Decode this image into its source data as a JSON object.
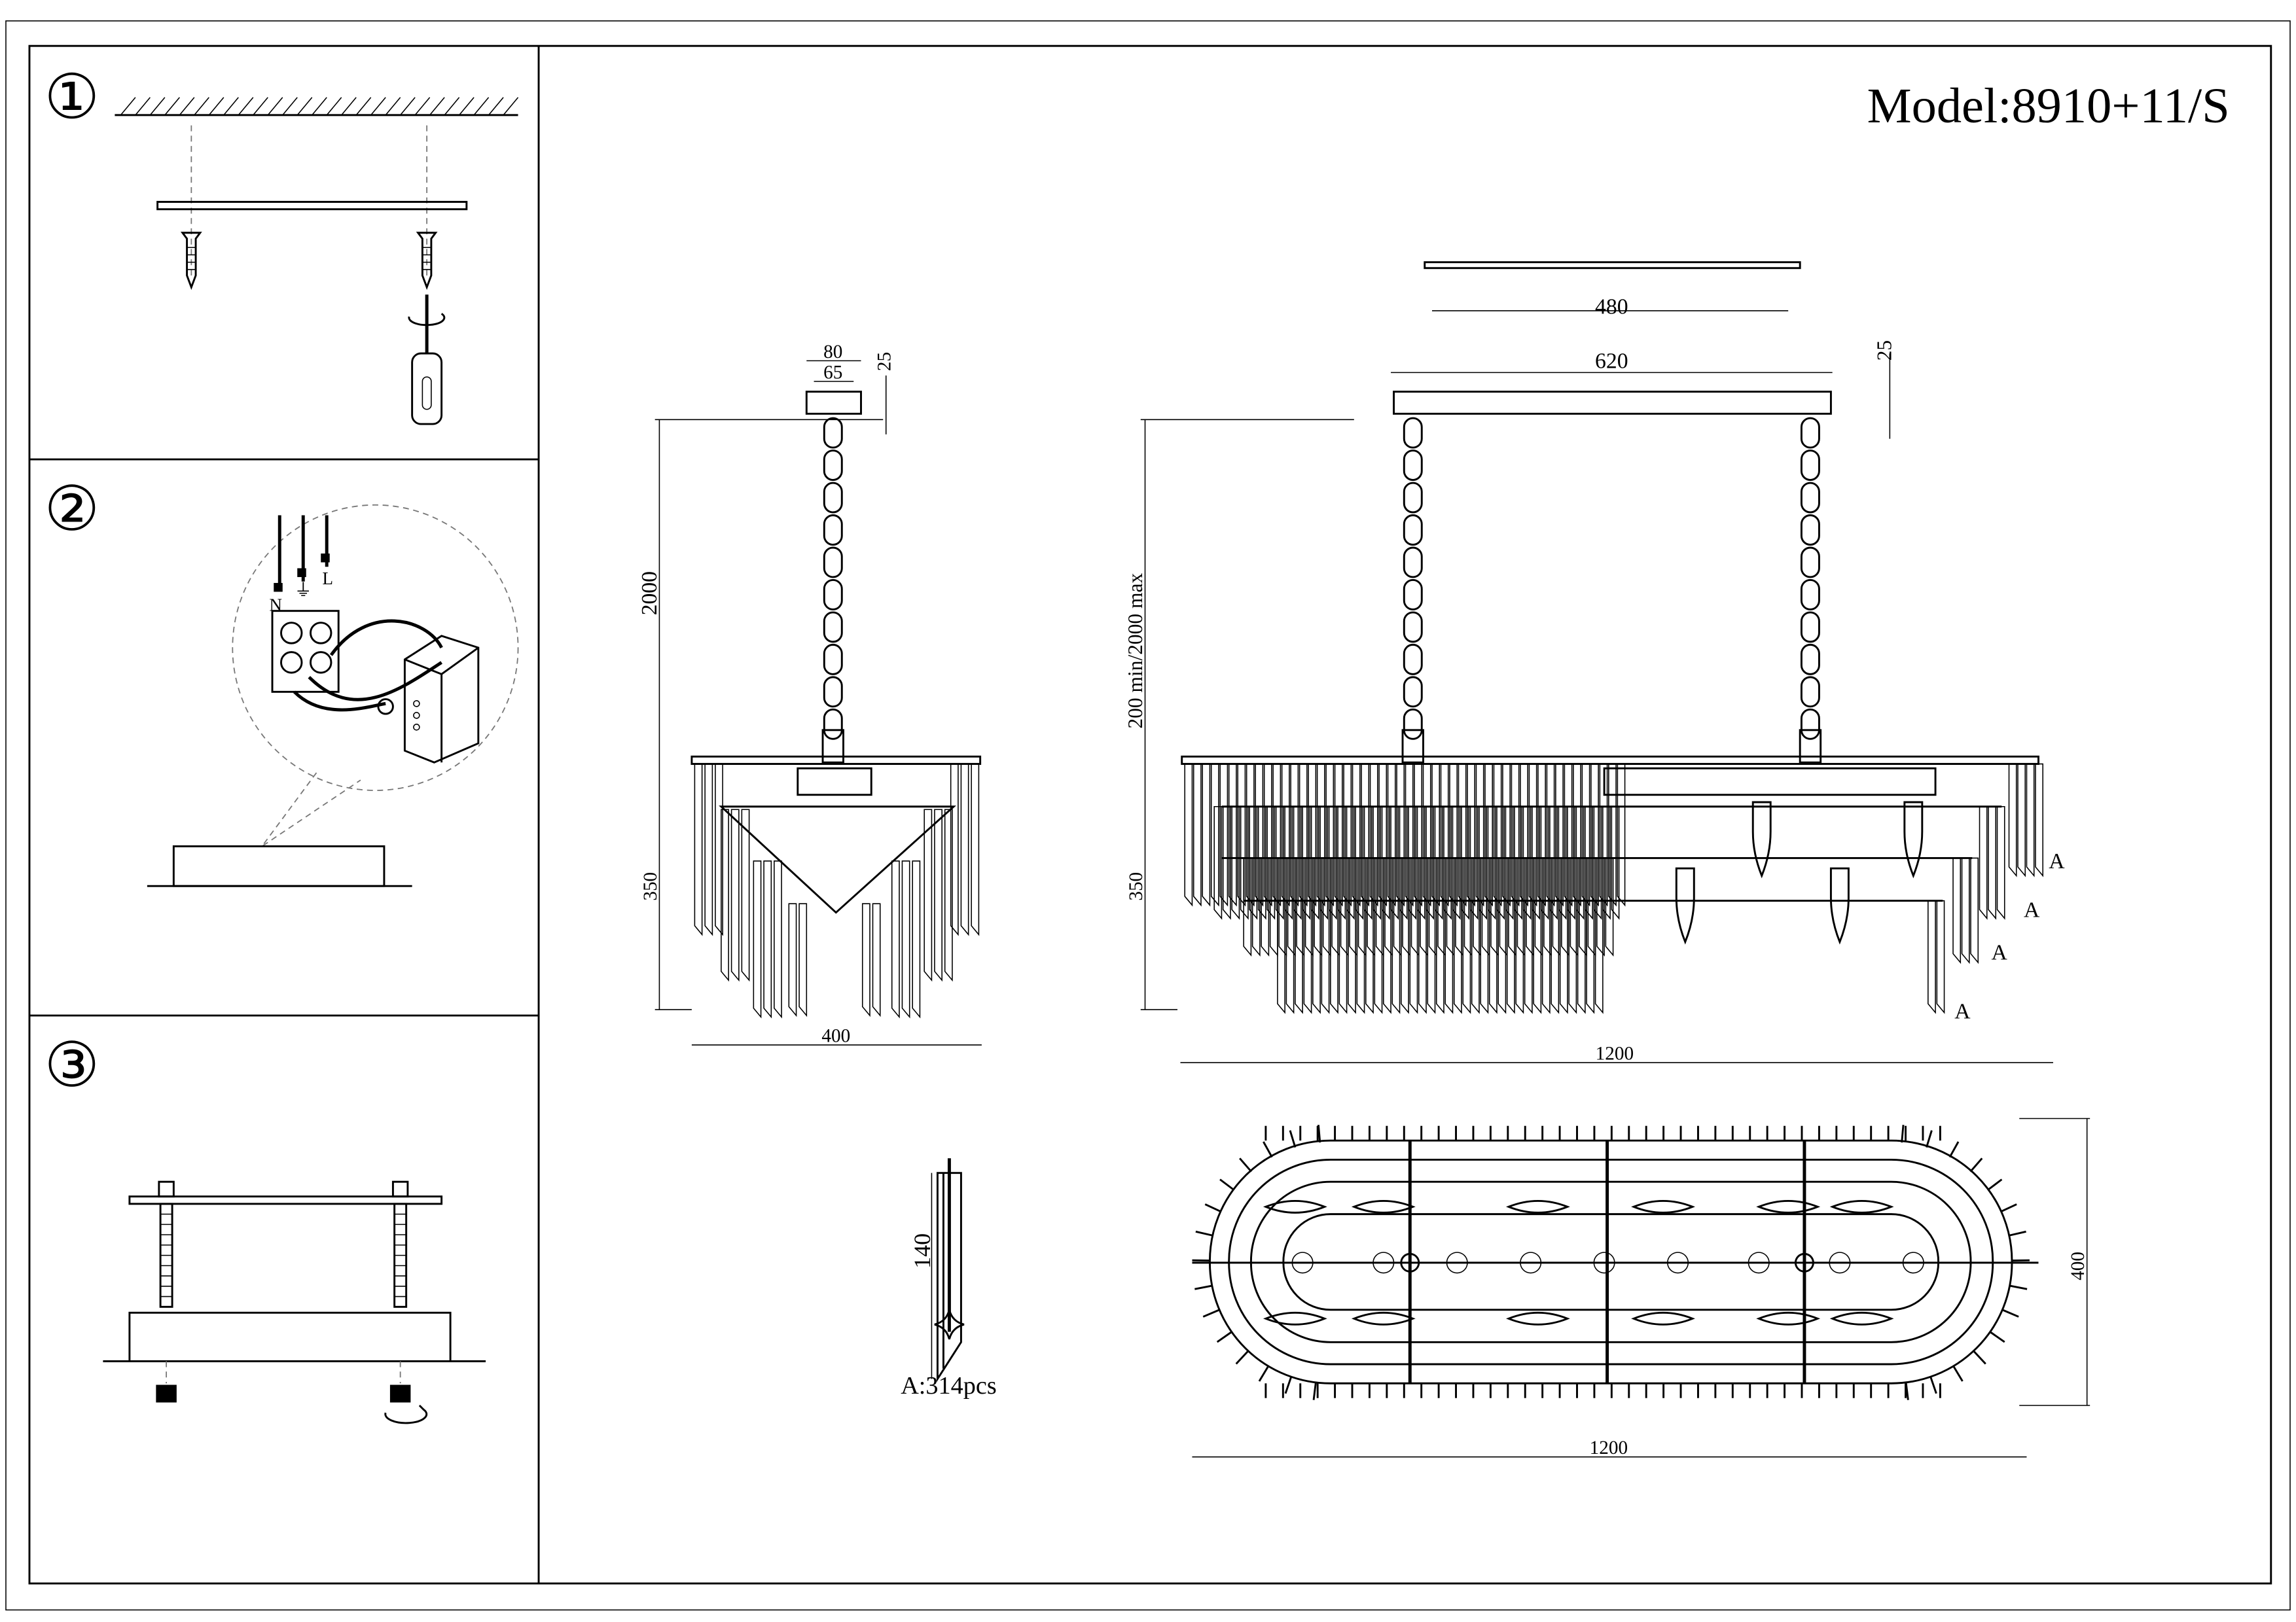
{
  "model": "Model:8910+11/S",
  "steps": [
    {
      "number": "①"
    },
    {
      "number": "②",
      "wire_labels": [
        "N",
        "⏚",
        "L"
      ]
    },
    {
      "number": "③"
    }
  ],
  "side_view": {
    "dims": {
      "canopy_width": "80",
      "canopy_inner": "65",
      "canopy_height": "25",
      "drop": "2000",
      "body_height": "350",
      "width": "400"
    }
  },
  "front_view": {
    "dims": {
      "mount_spacing": "480",
      "canopy_length": "620",
      "canopy_height": "25",
      "drop": "200 min/2000 max",
      "body_height": "350",
      "length": "1200"
    },
    "crystal_marker": "A"
  },
  "crystal": {
    "length": "140",
    "count_label": "A:314pcs"
  },
  "top_view": {
    "dims": {
      "width": "400",
      "length": "1200"
    }
  }
}
